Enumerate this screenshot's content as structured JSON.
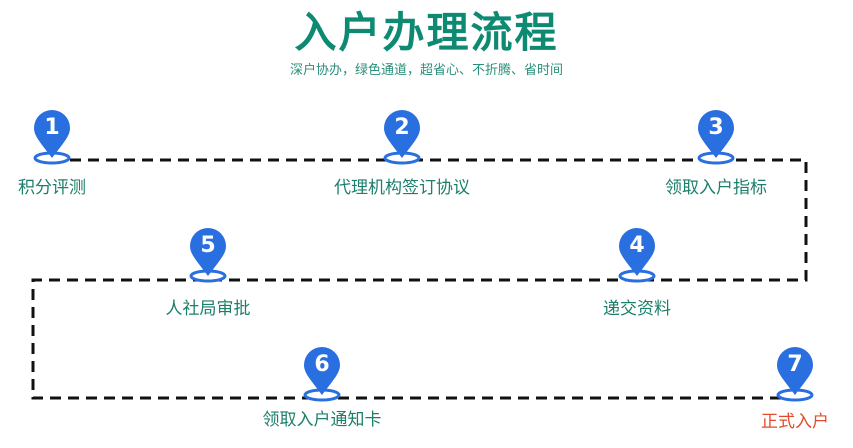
{
  "header": {
    "title": "入户办理流程",
    "subtitle": "深户协办，绿色通道，超省心、不折腾、省时间"
  },
  "colors": {
    "title": "#0e8a72",
    "label": "#1c7f6b",
    "pin": "#2a6fe0",
    "final": "#e64a2e"
  },
  "steps": [
    {
      "number": "1",
      "label": "积分评测"
    },
    {
      "number": "2",
      "label": "代理机构签订协议"
    },
    {
      "number": "3",
      "label": "领取入户指标"
    },
    {
      "number": "4",
      "label": "递交资料"
    },
    {
      "number": "5",
      "label": "人社局审批"
    },
    {
      "number": "6",
      "label": "领取入户通知卡"
    },
    {
      "number": "7",
      "label": "正式入户"
    }
  ]
}
